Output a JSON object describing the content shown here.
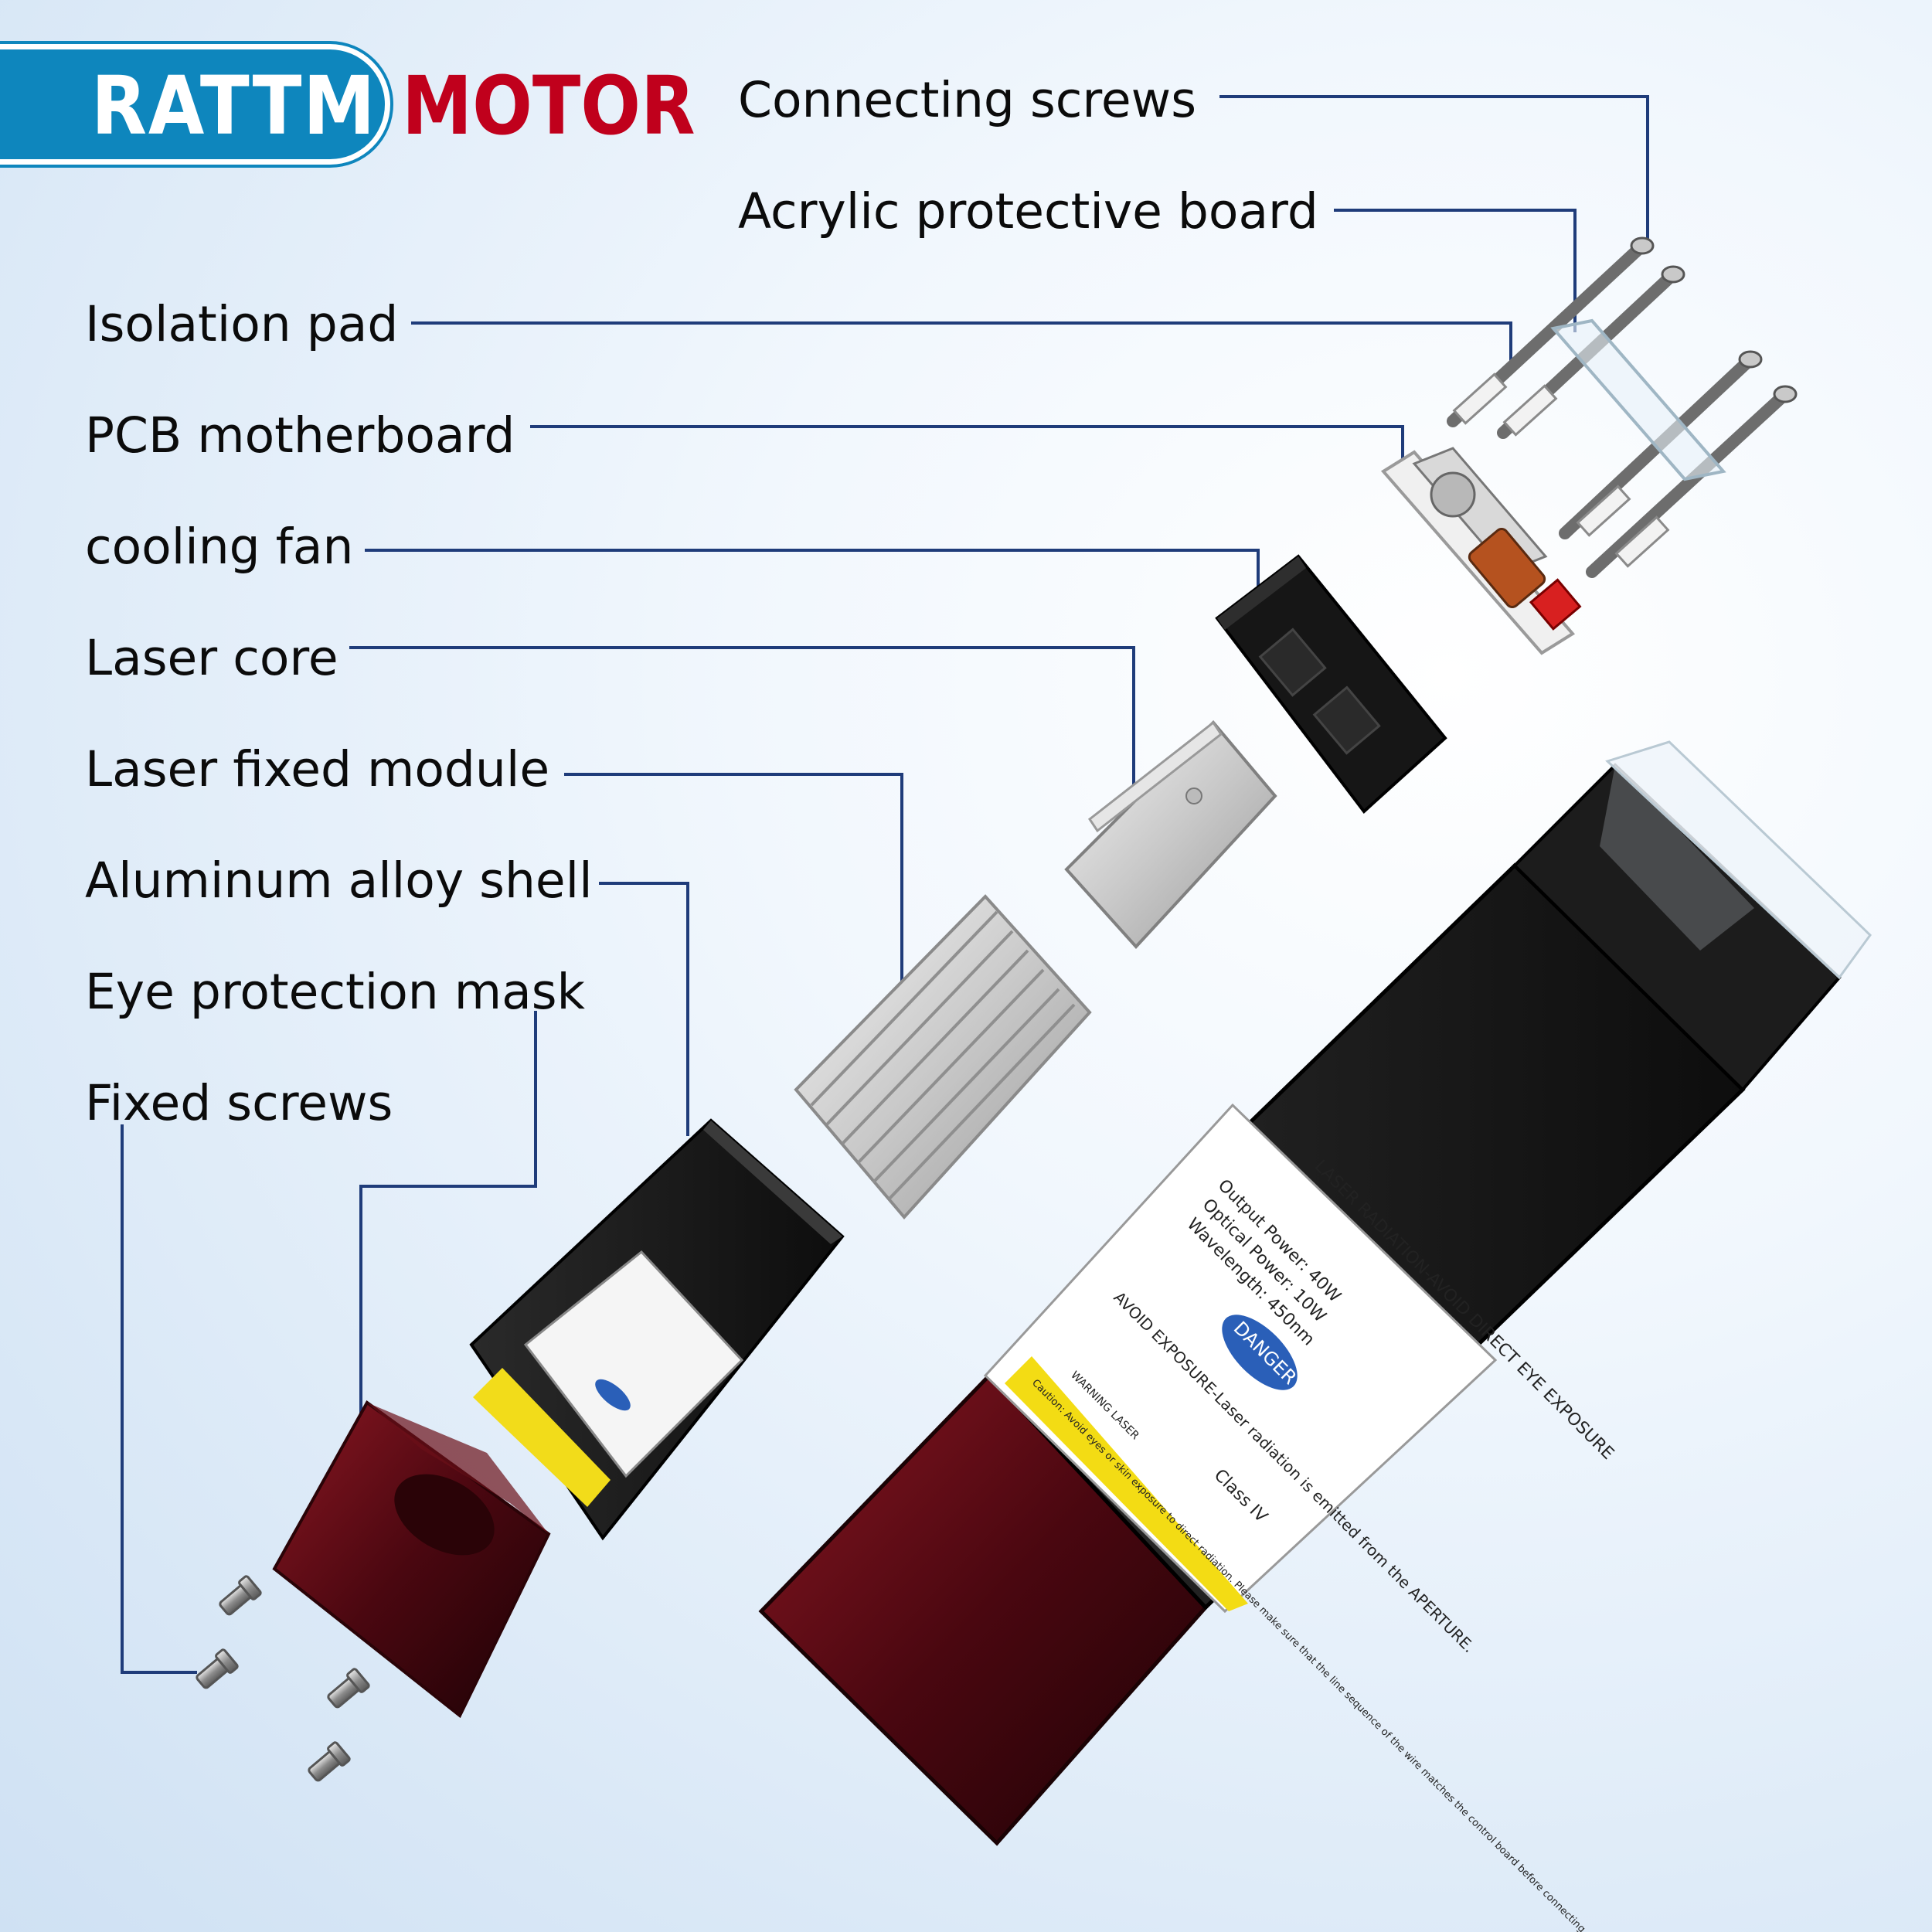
{
  "brand": {
    "primary": "RATTM",
    "secondary": "MOTOR",
    "primary_color": "#0e86bd",
    "secondary_color": "#c0001c"
  },
  "leader_color": "#1f3c7a",
  "parts": [
    {
      "label": "Connecting screws"
    },
    {
      "label": "Acrylic protective board"
    },
    {
      "label": "Isolation pad"
    },
    {
      "label": "PCB motherboard"
    },
    {
      "label": "cooling fan"
    },
    {
      "label": "Laser core"
    },
    {
      "label": "Laser fixed module"
    },
    {
      "label": "Aluminum alloy shell"
    },
    {
      "label": "Eye protection mask"
    },
    {
      "label": "Fixed screws"
    }
  ],
  "module_label": {
    "warning_title": "LASER RADIATION-AVOID DIRECT EYE EXPOSURE",
    "output_power": "Output Power: 40W",
    "optical_power": "Optical Power: 10W",
    "wavelength": "Wavelength: 450nm",
    "danger_badge": "DANGER",
    "avoid_text": "AVOID EXPOSURE-Laser radiation is emitted from the APERTURE.",
    "warning_laser": "WARNING LASER",
    "class_text": "Class IV",
    "caution_text": "Caution: Avoid eyes or skin exposure to direct radiation. Please make sure that the line sequence of the wire matches the control board before connecting."
  }
}
